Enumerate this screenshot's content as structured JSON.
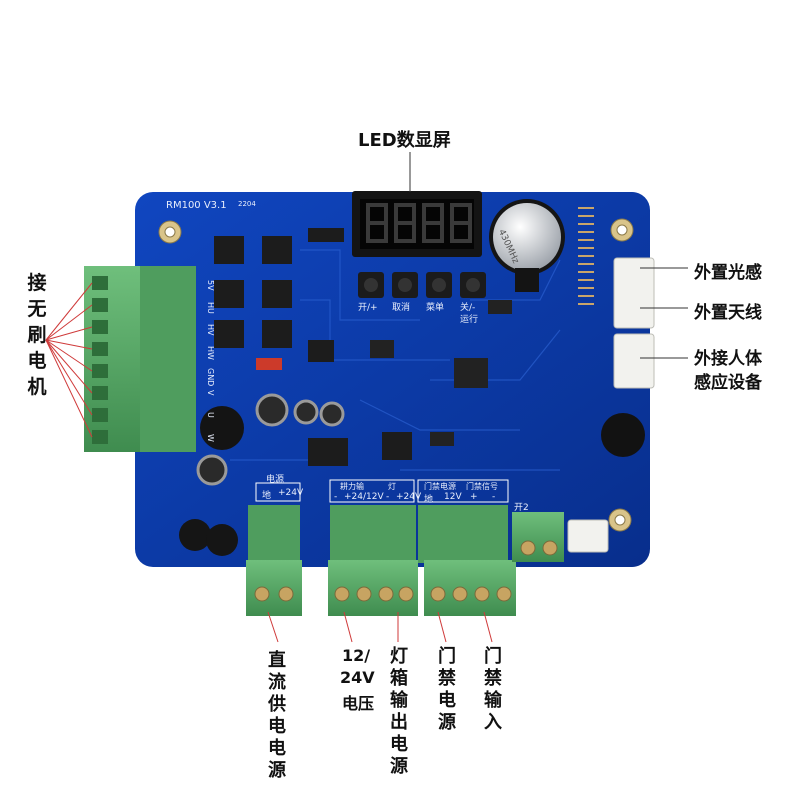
{
  "board": {
    "model_silk": "RM100 V3.1",
    "date_silk": "2204",
    "freq_label": "430MHz",
    "button_labels": [
      "开/+",
      "取消",
      "菜单",
      "关/-"
    ],
    "run_label": "运行",
    "motor_pin_labels": [
      "5V",
      "HU",
      "HV",
      "HW",
      "GND",
      "V",
      "U",
      "W"
    ],
    "power_header": "电源",
    "power_pins": [
      "地",
      "+24V"
    ],
    "sections": [
      {
        "title": "耕力输",
        "pins": [
          "-",
          "+24/12V"
        ]
      },
      {
        "title": "灯",
        "pins": [
          "-",
          "+24V"
        ]
      },
      {
        "title": "门禁电源",
        "pins": [
          "地",
          "12V"
        ]
      },
      {
        "title": "门禁信号",
        "pins": [
          "+",
          "-"
        ]
      }
    ],
    "switch_label": "开2",
    "colors": {
      "pcb": "#0b3ba8",
      "terminal": "#5aa868",
      "label": "#111111"
    }
  },
  "annotations": {
    "led_display": "LED数显屏",
    "ext_light": "外置光感",
    "ext_antenna": "外置天线",
    "ext_pir_line1": "外接人体",
    "ext_pir_line2": "感应设备",
    "motor": "接无刷电机",
    "dc_power": "直流供电电源",
    "voltage_line1": "12/",
    "voltage_line2": "24V",
    "voltage_line3": "电压",
    "lightbox": "灯箱输出电源",
    "access_power": "门禁电源",
    "access_input": "门禁输入"
  }
}
